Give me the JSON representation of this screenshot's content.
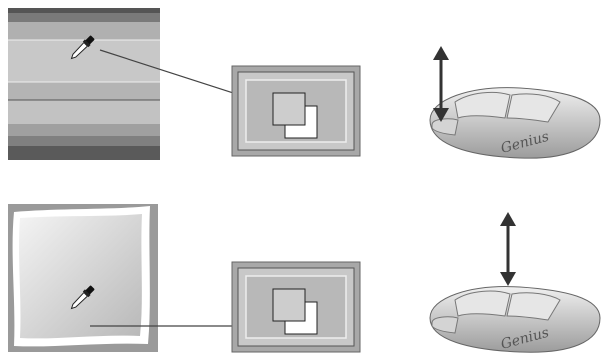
{
  "rows": [
    {
      "id": "top",
      "source_panel": "horizontal-stripes",
      "action": "pick-color-with-eyedropper",
      "scroll_direction": "up-down"
    },
    {
      "id": "bottom",
      "source_panel": "tilted-square-frame",
      "action": "pick-color-with-eyedropper",
      "scroll_direction": "up-down"
    }
  ],
  "mouse": {
    "brand_text": "Genius",
    "icon": "mouse-icon"
  },
  "colors": {
    "stripe_dark": "#6b6b6b",
    "stripe_mid": "#a8a8a8",
    "stripe_light": "#c4c4c4",
    "panel_gray": "#9a9a9a",
    "swatch_back": "#d0d0d0",
    "swatch_front": "#ffffff",
    "mouse_light": "#dcdcdc",
    "mouse_dark": "#8a8a8a"
  }
}
